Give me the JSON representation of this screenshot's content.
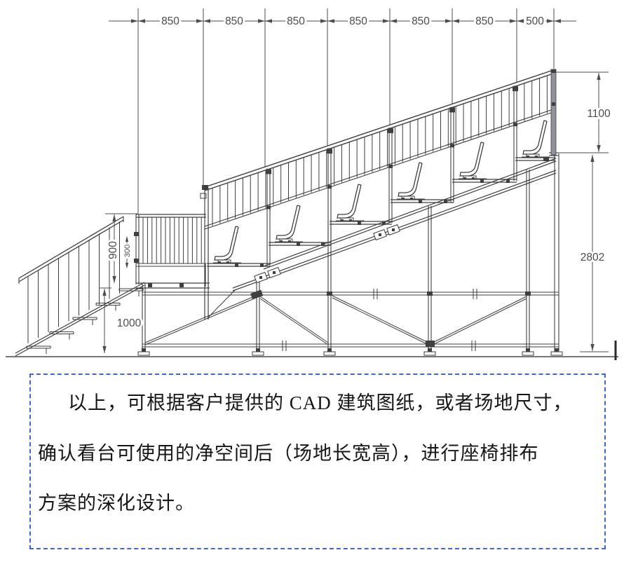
{
  "dims": {
    "top": [
      "850",
      "850",
      "850",
      "850",
      "850",
      "850",
      "500"
    ],
    "right": [
      "1100",
      "2802"
    ],
    "left": [
      "900",
      "300",
      "1000"
    ]
  },
  "note": {
    "lines": [
      "以上，可根据客户提供的 CAD 建筑图纸，或者场地尺寸，",
      "确认看台可使用的净空间后（场地长宽高），进行座椅排布",
      "方案的深化设计。"
    ]
  },
  "colors": {
    "line": "#3f3f3f",
    "dim": "#4d4d4d",
    "note_border": "#4167c8",
    "note_text": "#161616",
    "end_post_fill": "#8f949a",
    "background": "#ffffff"
  }
}
